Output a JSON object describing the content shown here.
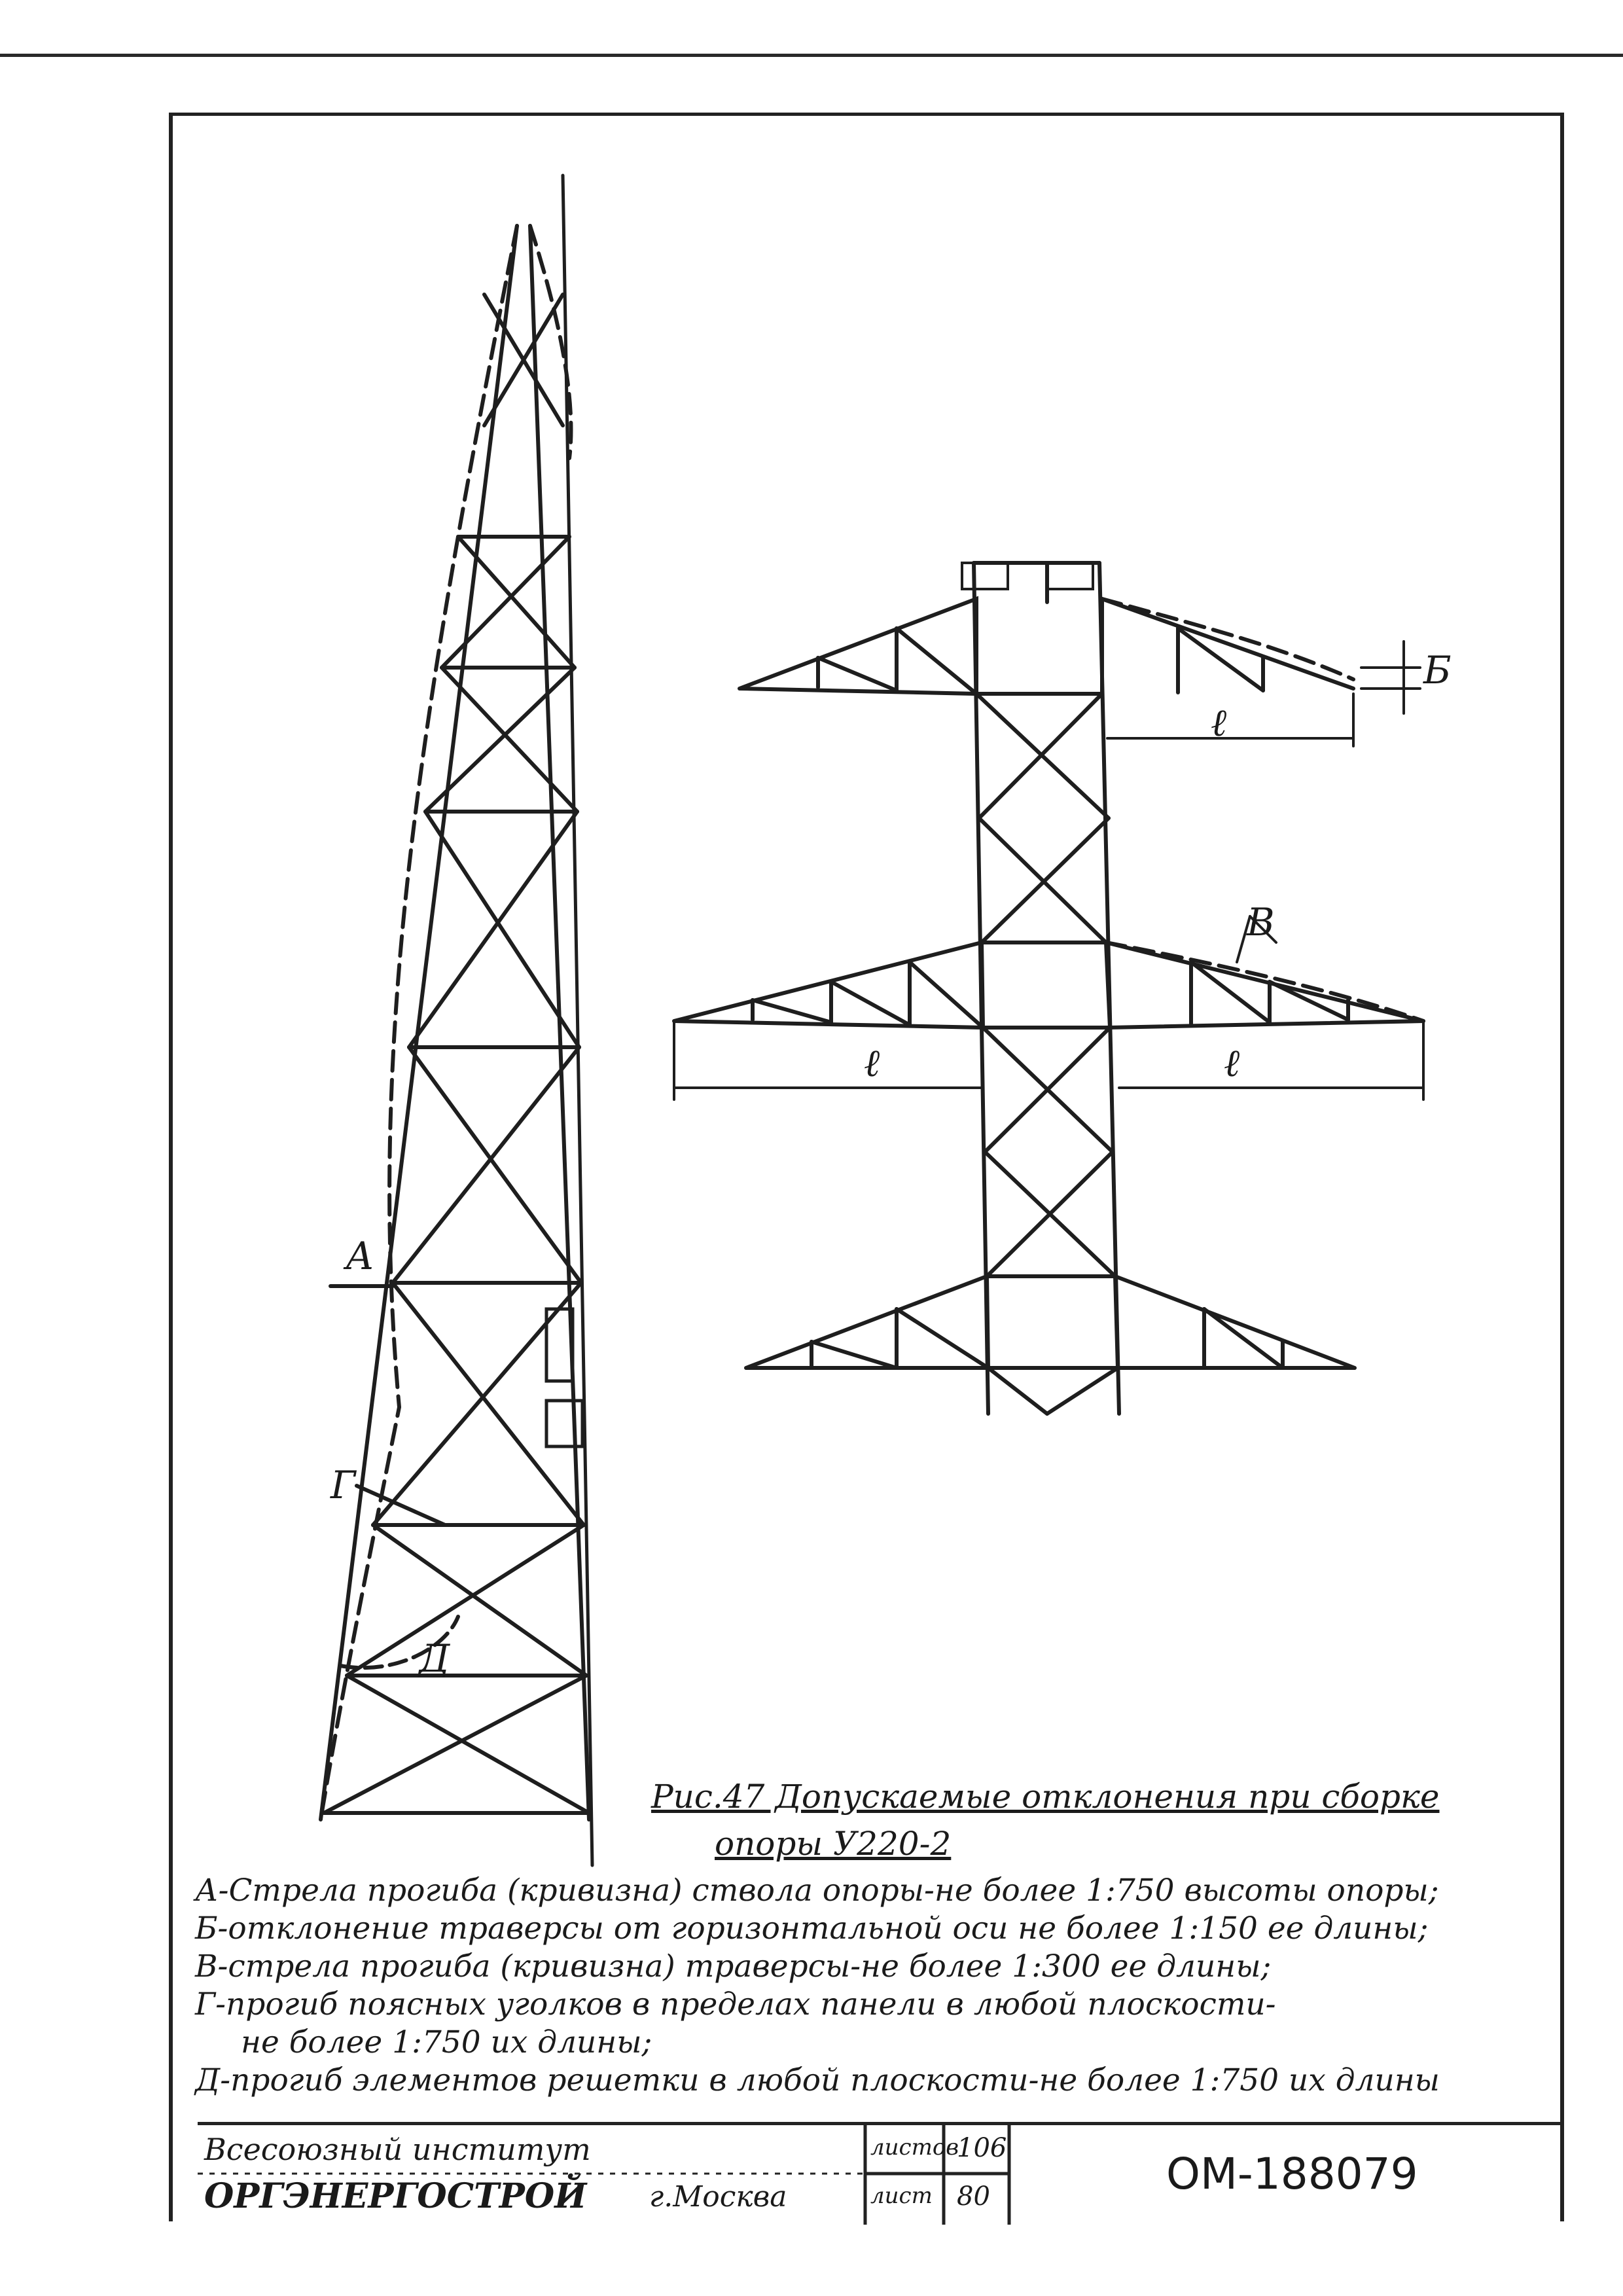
{
  "labels": {
    "A": "А",
    "G": "Г",
    "D": "Д",
    "B": "Б",
    "V": "В",
    "l_top": "ℓ",
    "l_left": "ℓ",
    "l_right": "ℓ"
  },
  "caption": {
    "title": "Рис.47 Допускаемые отклонения при сборке",
    "subtitle": "опоры У220-2"
  },
  "notes": [
    "А-Стрела прогиба (кривизна) ствола опоры-не более 1:750 высоты опоры;",
    "Б-отклонение траверсы от горизонтальной оси не более 1:150 ее длины;",
    "В-стрела прогиба (кривизна) траверсы-не более 1:300 ее длины;",
    "Г-прогиб поясных уголков в пределах панели в любой плоскости-",
    "не более 1:750 их длины;",
    "Д-прогиб элементов решетки в любой плоскости-не более 1:750 их длины"
  ],
  "stamp": {
    "org_line1": "Всесоюзный институт",
    "org_line2": "ОРГЭНЕРГОСТРОЙ",
    "city": "г.Москва",
    "sheets_label": "листов",
    "sheets_value": "106",
    "sheet_label": "лист",
    "sheet_value": "80",
    "doc_number": "ОМ-188079"
  }
}
